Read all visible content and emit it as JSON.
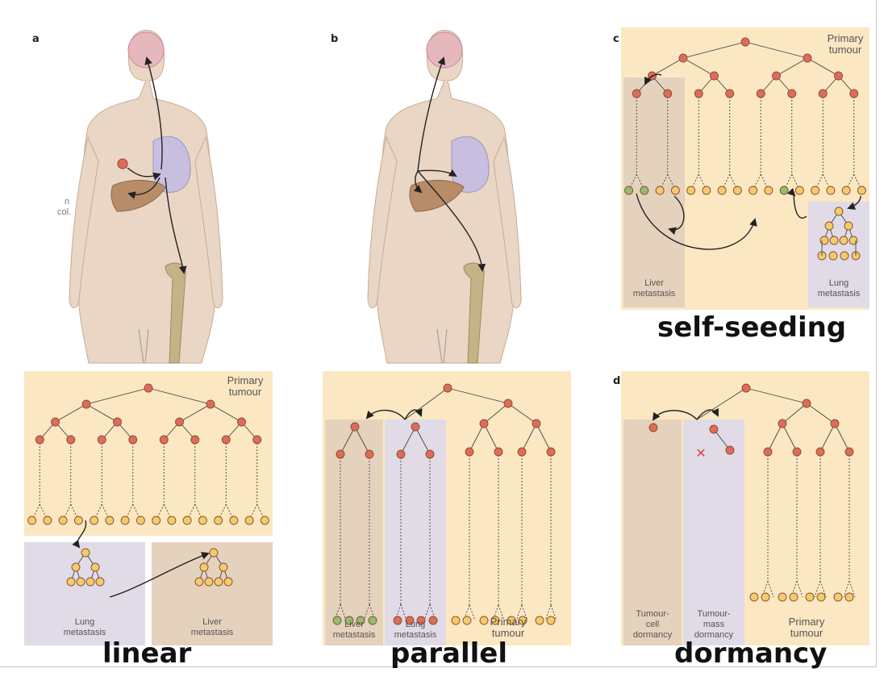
{
  "side_note": {
    "line1": "n",
    "line2": "col."
  },
  "panels": {
    "a": {
      "letter": "a",
      "primary": [
        "Primary",
        "tumour"
      ],
      "box1": [
        "Lung",
        "metastasis"
      ],
      "box2": [
        "Liver",
        "metastasis"
      ]
    },
    "b": {
      "letter": "b",
      "box_liver": [
        "Liver",
        "metastasis"
      ],
      "box_lung": [
        "Lung",
        "metastasis"
      ],
      "box_primary": [
        "Primary",
        "tumour"
      ]
    },
    "c": {
      "letter": "c",
      "primary": [
        "Primary",
        "tumour"
      ],
      "box_liver": [
        "Liver",
        "metastasis"
      ],
      "box_lung": [
        "Lung",
        "metastasis"
      ]
    },
    "d": {
      "letter": "d",
      "box_cell": [
        "Tumour-",
        "cell",
        "dormancy"
      ],
      "box_mass": [
        "Tumour-",
        "mass",
        "dormancy"
      ],
      "box_primary": [
        "Primary",
        "tumour"
      ]
    }
  },
  "captions": {
    "linear": "linear",
    "parallel": "parallel",
    "self_seeding": "self-seeding",
    "dormancy": "dormancy"
  },
  "colors": {
    "panel_bg": "#fbe7c2",
    "liver_bg": "#e5d2bd",
    "lung_bg": "#e0dbe6",
    "red_node": "#dc6d58",
    "yellow_node": "#f2cc6c",
    "green_node": "#8fbf71",
    "skin": "#ead6c4",
    "brain": "#e6b8bd",
    "lung": "#c8bfe0",
    "liver": "#b88c68",
    "bone": "#c4b386"
  }
}
